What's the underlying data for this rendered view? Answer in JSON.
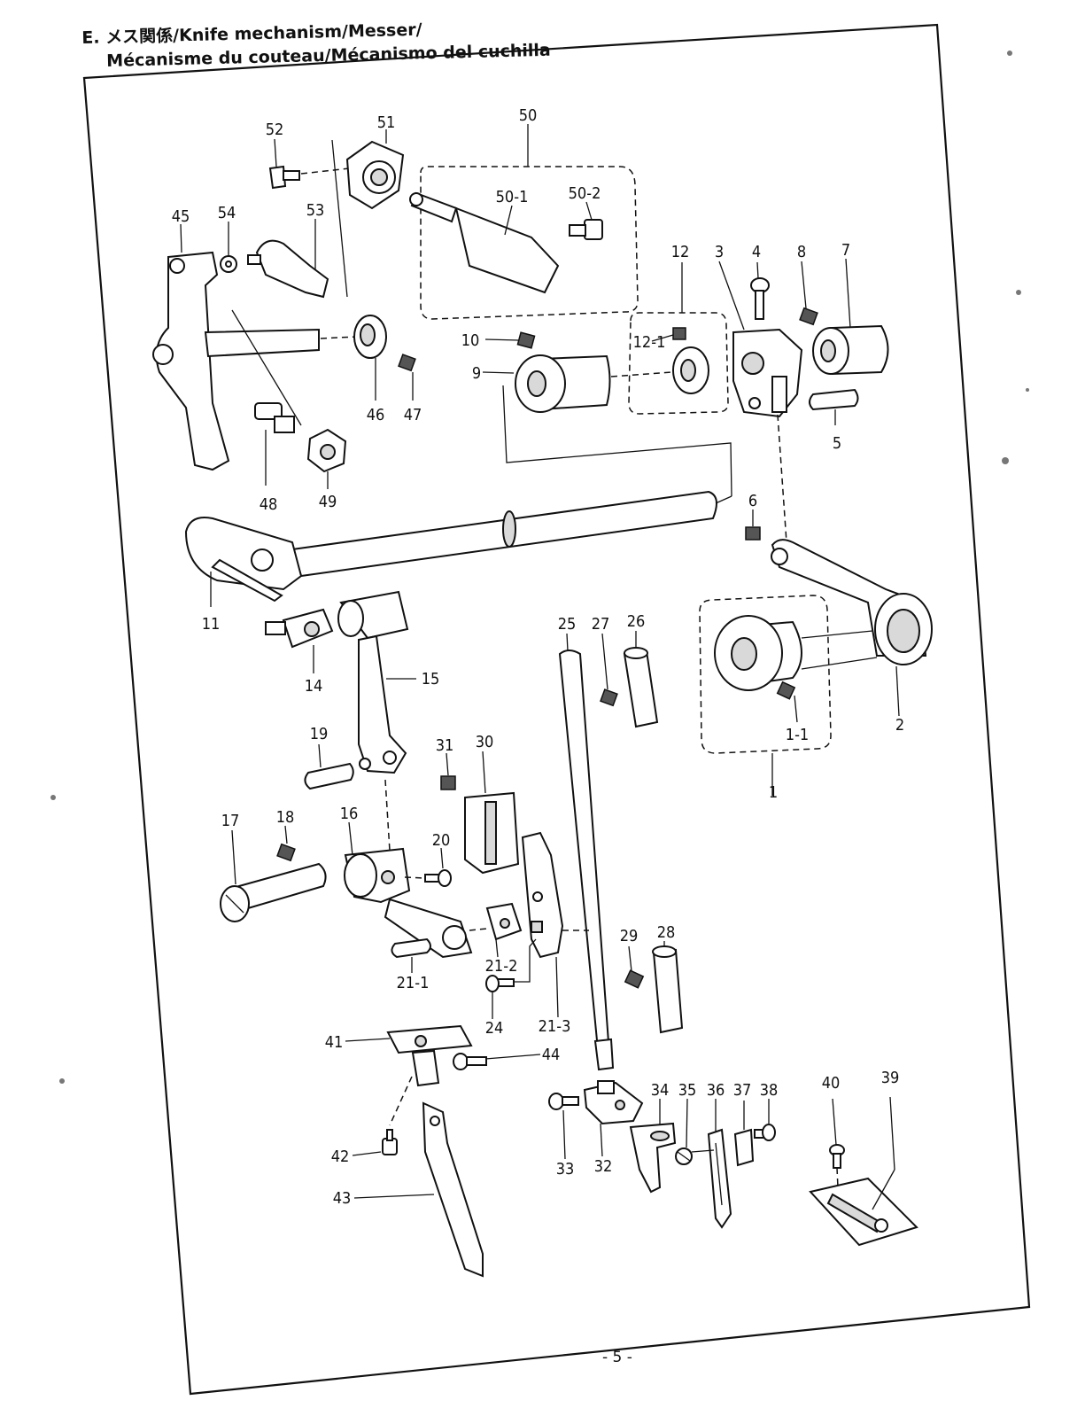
{
  "header": {
    "line1": "E. メス関係/Knife mechanism/Messer/",
    "line2": "Mécanisme du couteau/Mécanismo del cuchilla"
  },
  "labels": {
    "p1": "1",
    "p1_1": "1-1",
    "p2": "2",
    "p3": "3",
    "p4": "4",
    "p5": "5",
    "p6": "6",
    "p7": "7",
    "p8": "8",
    "p9": "9",
    "p10": "10",
    "p11": "11",
    "p12": "12",
    "p12_1": "12-1",
    "p14": "14",
    "p15": "15",
    "p16": "16",
    "p17": "17",
    "p18": "18",
    "p19": "19",
    "p20": "20",
    "p21_1": "21-1",
    "p21_2": "21-2",
    "p21_3": "21-3",
    "p24": "24",
    "p25": "25",
    "p26": "26",
    "p27": "27",
    "p28": "28",
    "p29": "29",
    "p30": "30",
    "p31": "31",
    "p32": "32",
    "p33": "33",
    "p34": "34",
    "p35": "35",
    "p36": "36",
    "p37": "37",
    "p38": "38",
    "p39": "39",
    "p40": "40",
    "p41": "41",
    "p42": "42",
    "p43": "43",
    "p44": "44",
    "p45": "45",
    "p46": "46",
    "p47": "47",
    "p48": "48",
    "p49": "49",
    "p50": "50",
    "p50_1": "50-1",
    "p50_2": "50-2",
    "p51": "51",
    "p52": "52",
    "p53": "53",
    "p54": "54"
  },
  "footer": {
    "page_number": "- 5 -"
  }
}
